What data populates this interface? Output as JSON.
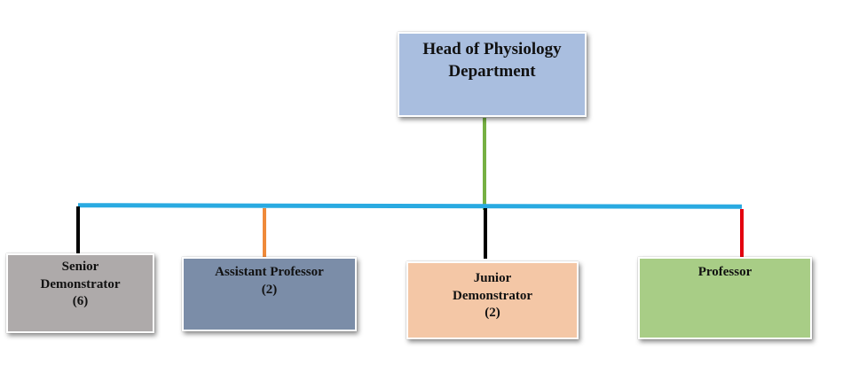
{
  "nodes": {
    "head": {
      "label": "Head of Physiology\nDepartment",
      "color": "#a9bedf"
    },
    "senior_demonstrator": {
      "label": "Senior\nDemonstrator\n(6)",
      "color": "#aeaaaa"
    },
    "assistant_professor": {
      "label": "Assistant Professor\n(2)",
      "color": "#7b8da8"
    },
    "junior_demonstrator": {
      "label": "Junior\nDemonstrator\n(2)",
      "color": "#f4c7a6"
    },
    "professor": {
      "label": "Professor",
      "color": "#a8cd86"
    }
  },
  "connectors": {
    "bus_color": "#29aae1",
    "head_stem_color": "#76b043",
    "senior_color": "#000000",
    "assistant_color": "#ef8a3a",
    "junior_color": "#000000",
    "professor_color": "#e3000f"
  }
}
